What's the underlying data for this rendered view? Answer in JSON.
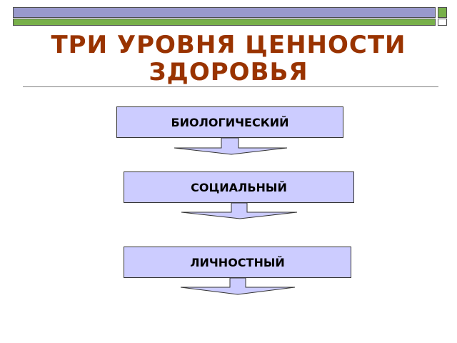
{
  "title": "ТРИ УРОВНЯ ЦЕННОСТИ ЗДОРОВЬЯ",
  "levels": [
    {
      "label": "БИОЛОГИЧЕСКИЙ"
    },
    {
      "label": "СОЦИАЛЬНЫЙ"
    },
    {
      "label": "ЛИЧНОСТНЫЙ"
    }
  ],
  "colors": {
    "title": "#993300",
    "box_fill": "#ccccff",
    "arrow_fill": "#ccccff",
    "top_bar_blue": "#9999cc",
    "top_bar_green": "#78b04a"
  }
}
